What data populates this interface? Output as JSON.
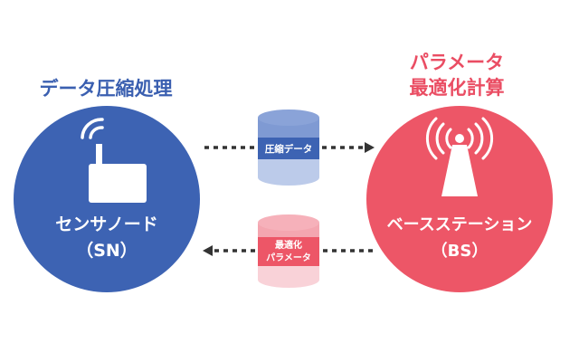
{
  "left_label": "データ圧縮処理",
  "right_label": {
    "line1": "パラメータ",
    "line2": "最適化計算"
  },
  "sensor_node": {
    "name": "センサノード",
    "abbr": "（SN）"
  },
  "base_station": {
    "name": "ベースステーション",
    "abbr": "（BS）"
  },
  "top_cylinder": {
    "label": "圧縮データ"
  },
  "bottom_cylinder": {
    "line1": "最適化",
    "line2": "パラメータ"
  },
  "colors": {
    "blue": "#3d63b3",
    "blue_text": "#3a5fb0",
    "red": "#ed5667",
    "red_text": "#ea4d63",
    "cyl_blue_top": "#7f9ad3",
    "cyl_blue_band": "#3d63b3",
    "cyl_blue_bottom": "#bccbea",
    "cyl_red_top": "#f4a6b0",
    "cyl_red_band": "#ed5667",
    "cyl_red_bottom": "#f9d2d8",
    "arrow": "#333333",
    "icon": "#ffffff"
  },
  "icons": {
    "sensor": "sensor-device-icon",
    "tower": "radio-tower-icon"
  }
}
